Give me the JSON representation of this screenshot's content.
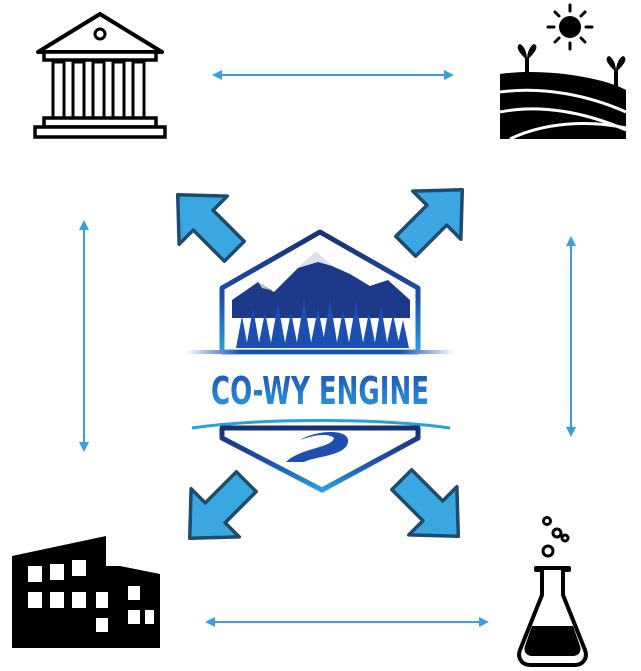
{
  "logo": {
    "title": "CO-WY ENGINE",
    "colors": {
      "dark": "#1a2f6e",
      "mid": "#1d4fb0",
      "light": "#2a9fe0"
    }
  },
  "nodes": [
    {
      "id": "government",
      "icon": "government-building-icon"
    },
    {
      "id": "agriculture",
      "icon": "farm-field-sun-icon"
    },
    {
      "id": "industry",
      "icon": "factory-icon"
    },
    {
      "id": "research",
      "icon": "lab-flask-icon"
    }
  ],
  "connectors": {
    "color": "#3a9fdc",
    "outward_arrow_fill": "#3aa7e0",
    "outward_arrow_stroke": "#1e4a6e"
  }
}
